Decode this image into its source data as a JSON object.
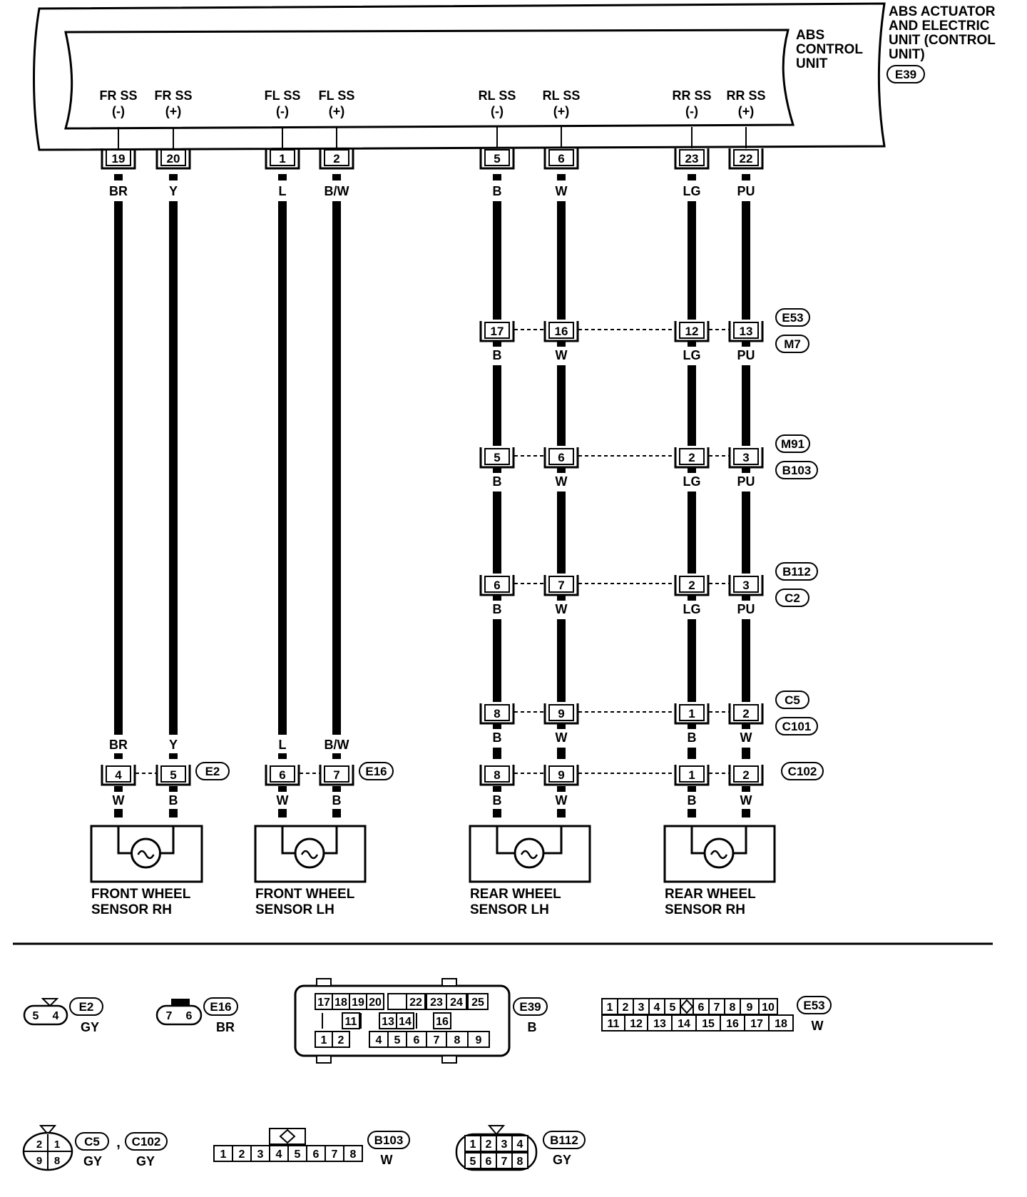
{
  "control_unit": {
    "outer_label": [
      "ABS ACTUATOR",
      "AND ELECTRIC",
      "UNIT (CONTROL",
      "UNIT)"
    ],
    "outer_id": "E39",
    "inner_label": [
      "ABS",
      "CONTROL",
      "UNIT"
    ]
  },
  "circuits": [
    {
      "id": "fr",
      "sensor": [
        "FRONT WHEEL",
        "SENSOR RH"
      ],
      "wires": [
        {
          "signal": [
            "FR SS",
            "(-)"
          ],
          "pin": "19",
          "color": "BR",
          "chain": [],
          "sensor_pin": "4",
          "sensor_color": "W"
        },
        {
          "signal": [
            "FR SS",
            "(+)"
          ],
          "pin": "20",
          "color": "Y",
          "chain": [],
          "sensor_pin": "5",
          "sensor_color": "B"
        }
      ],
      "sensor_connector": "E2"
    },
    {
      "id": "fl",
      "sensor": [
        "FRONT WHEEL",
        "SENSOR LH"
      ],
      "wires": [
        {
          "signal": [
            "FL SS",
            "(-)"
          ],
          "pin": "1",
          "color": "L",
          "chain": [],
          "sensor_pin": "6",
          "sensor_color": "W"
        },
        {
          "signal": [
            "FL SS",
            "(+)"
          ],
          "pin": "2",
          "color": "B/W",
          "chain": [],
          "sensor_pin": "7",
          "sensor_color": "B"
        }
      ],
      "sensor_connector": "E16"
    },
    {
      "id": "rl",
      "sensor": [
        "REAR WHEEL",
        "SENSOR LH"
      ],
      "wires": [
        {
          "signal": [
            "RL SS",
            "(-)"
          ],
          "pin": "5",
          "color": "B",
          "chain": [
            "17",
            "5",
            "6",
            "8"
          ],
          "chain_colors": [
            "B",
            "B",
            "B",
            "B"
          ],
          "sensor_pin": "8",
          "sensor_color": "B"
        },
        {
          "signal": [
            "RL SS",
            "(+)"
          ],
          "pin": "6",
          "color": "W",
          "chain": [
            "16",
            "6",
            "7",
            "9"
          ],
          "chain_colors": [
            "W",
            "W",
            "W",
            "W"
          ],
          "sensor_pin": "9",
          "sensor_color": "W"
        }
      ]
    },
    {
      "id": "rr",
      "sensor": [
        "REAR WHEEL",
        "SENSOR RH"
      ],
      "wires": [
        {
          "signal": [
            "RR SS",
            "(-)"
          ],
          "pin": "23",
          "color": "LG",
          "chain": [
            "12",
            "2",
            "2",
            "1"
          ],
          "chain_colors": [
            "LG",
            "LG",
            "LG",
            "B"
          ],
          "sensor_pin": "1",
          "sensor_color": "B"
        },
        {
          "signal": [
            "RR SS",
            "(+)"
          ],
          "pin": "22",
          "color": "PU",
          "chain": [
            "13",
            "3",
            "3",
            "2"
          ],
          "chain_colors": [
            "PU",
            "PU",
            "PU",
            "W"
          ],
          "sensor_pin": "2",
          "sensor_color": "W"
        }
      ]
    }
  ],
  "rear_connector_ids": [
    [
      "E53",
      "M7"
    ],
    [
      "M91",
      "B103"
    ],
    [
      "B112",
      "C2"
    ],
    [
      "C5",
      "C101"
    ]
  ],
  "rear_sensor_connector": "C102",
  "connector_views": [
    {
      "id": "E2",
      "color": "GY",
      "pins": [
        "5",
        "4"
      ]
    },
    {
      "id": "E16",
      "color": "BR",
      "pins": [
        "7",
        "6"
      ]
    },
    {
      "id": "E39",
      "color": "B",
      "rows": [
        [
          "17",
          "18",
          "19",
          "20",
          "",
          "22",
          "23",
          "24",
          "25"
        ],
        [
          "",
          "11",
          "",
          "13",
          "14",
          "",
          "16"
        ],
        [
          "1",
          "2",
          "",
          "4",
          "5",
          "6",
          "7",
          "8",
          "9"
        ]
      ]
    },
    {
      "id": "E53",
      "color": "W",
      "rows": [
        [
          "1",
          "2",
          "3",
          "4",
          "5",
          "",
          "6",
          "7",
          "8",
          "9",
          "10"
        ],
        [
          "11",
          "12",
          "13",
          "14",
          "15",
          "16",
          "17",
          "18"
        ]
      ]
    },
    {
      "id": "C5",
      "id2": "C102",
      "sep": ",",
      "color": "GY",
      "color2": "GY",
      "rows": [
        [
          "2",
          "1"
        ],
        [
          "9",
          "8"
        ]
      ]
    },
    {
      "id": "B103",
      "color": "W",
      "rows": [
        [
          "1",
          "2",
          "3",
          "4",
          "5",
          "6",
          "7",
          "8"
        ]
      ]
    },
    {
      "id": "B112",
      "color": "GY",
      "rows": [
        [
          "1",
          "2",
          "3",
          "4"
        ],
        [
          "5",
          "6",
          "7",
          "8"
        ]
      ]
    }
  ],
  "colors": {
    "line": "#000000",
    "background": "#ffffff"
  }
}
